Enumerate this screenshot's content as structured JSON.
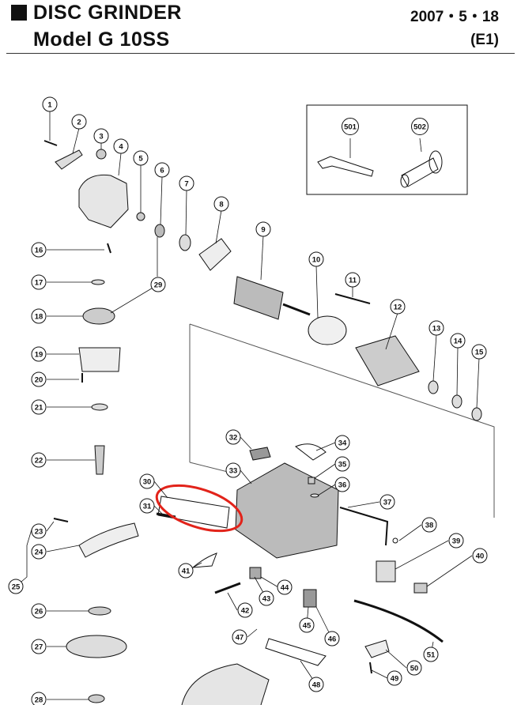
{
  "header": {
    "title": "DISC  GRINDER",
    "model": "Model  G  10SS",
    "date": "2007・5・18",
    "code": "(E1)"
  },
  "callouts": [
    "1",
    "2",
    "3",
    "4",
    "5",
    "6",
    "7",
    "8",
    "9",
    "10",
    "11",
    "12",
    "13",
    "14",
    "15",
    "16",
    "17",
    "18",
    "19",
    "20",
    "21",
    "22",
    "23",
    "24",
    "25",
    "26",
    "27",
    "28",
    "29",
    "30",
    "31",
    "32",
    "33",
    "34",
    "35",
    "36",
    "37",
    "38",
    "39",
    "40",
    "41",
    "42",
    "43",
    "44",
    "45",
    "46",
    "47",
    "48",
    "49",
    "50",
    "51",
    "501",
    "502"
  ],
  "colors": {
    "highlight": "#e2231a",
    "ink": "#111111"
  }
}
